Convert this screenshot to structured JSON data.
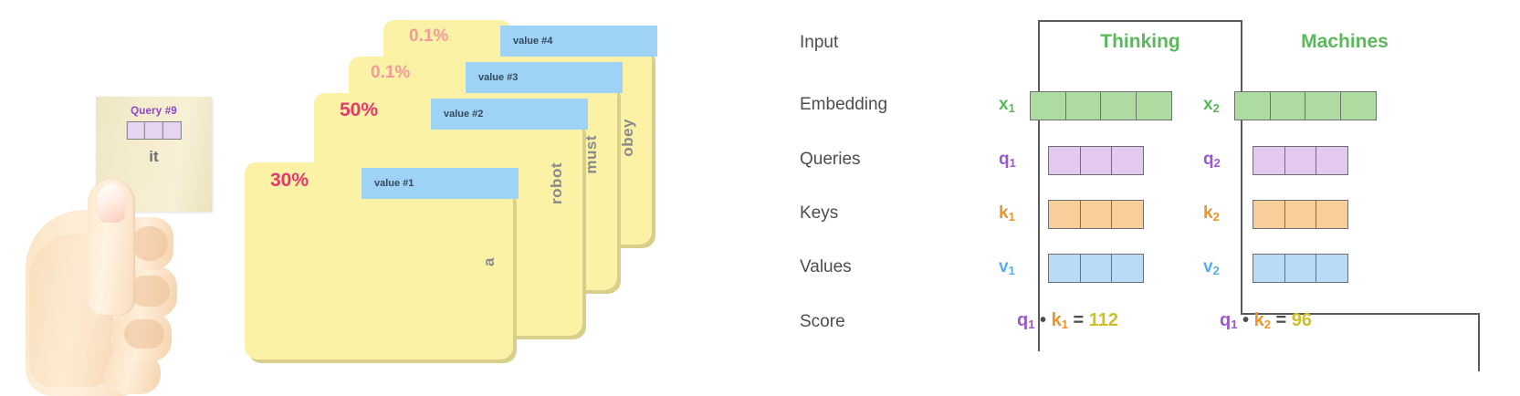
{
  "left_panel": {
    "query_card": {
      "title": "Query #9",
      "word": "it",
      "cell_count": 3,
      "cell_color": "#e6d4f2",
      "title_color": "#8e44c8",
      "card_color": "#f2ead0"
    },
    "hand_icon": "hand-holding-card"
  },
  "folder_stack": {
    "folders": [
      {
        "percent": "30%",
        "percent_color": "#e8386d",
        "value_tag": "value #1",
        "word": "a"
      },
      {
        "percent": "50%",
        "percent_color": "#e8386d",
        "value_tag": "value #2",
        "word": "robot"
      },
      {
        "percent": "0.1%",
        "percent_color": "#f59a9a",
        "value_tag": "value #3",
        "word": "must"
      },
      {
        "percent": "0.1%",
        "percent_color": "#f59a9a",
        "value_tag": "value #4",
        "word": "obey"
      }
    ],
    "folder_color": "#fbf2a6",
    "folder_shadow_color": "#d8d08a",
    "value_tag_color": "#9fd3f5"
  },
  "qkv_table": {
    "row_labels": [
      "Input",
      "Embedding",
      "Queries",
      "Keys",
      "Values",
      "Score"
    ],
    "columns": [
      {
        "word": "Thinking",
        "embedding_label": "x",
        "embedding_sub": "1",
        "embedding_cells": 4,
        "query_label": "q",
        "query_sub": "1",
        "query_cells": 3,
        "key_label": "k",
        "key_sub": "1",
        "key_cells": 3,
        "value_label": "v",
        "value_sub": "1",
        "value_cells": 3,
        "score_q": "q",
        "score_q_sub": "1",
        "score_dot": "•",
        "score_k": "k",
        "score_k_sub": "1",
        "score_eq": "=",
        "score_value": "112"
      },
      {
        "word": "Machines",
        "embedding_label": "x",
        "embedding_sub": "2",
        "embedding_cells": 4,
        "query_label": "q",
        "query_sub": "2",
        "query_cells": 3,
        "key_label": "k",
        "key_sub": "2",
        "key_cells": 3,
        "value_label": "v",
        "value_sub": "2",
        "value_cells": 3,
        "score_q": "q",
        "score_q_sub": "1",
        "score_dot": "•",
        "score_k": "k",
        "score_k_sub": "2",
        "score_eq": "=",
        "score_value": "96"
      }
    ],
    "colors": {
      "word_green": "#5cb85c",
      "embedding_fill": "#aedba0",
      "query_fill": "#e3c8f0",
      "key_fill": "#f8cf9b",
      "value_fill": "#b8dcf7",
      "embedding_text": "#5cb85c",
      "query_text": "#9b59d0",
      "key_text": "#f0932b",
      "value_text": "#5aade5",
      "score_number": "#ccc02c",
      "row_label_text": "#4d4d4d",
      "frame_line": "#5a5a5a"
    }
  }
}
